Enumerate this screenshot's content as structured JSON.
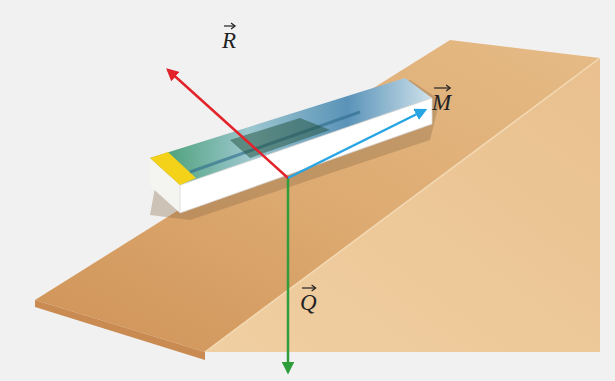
{
  "diagram": {
    "labels": [
      "R",
      "M",
      "Q"
    ]
  }
}
